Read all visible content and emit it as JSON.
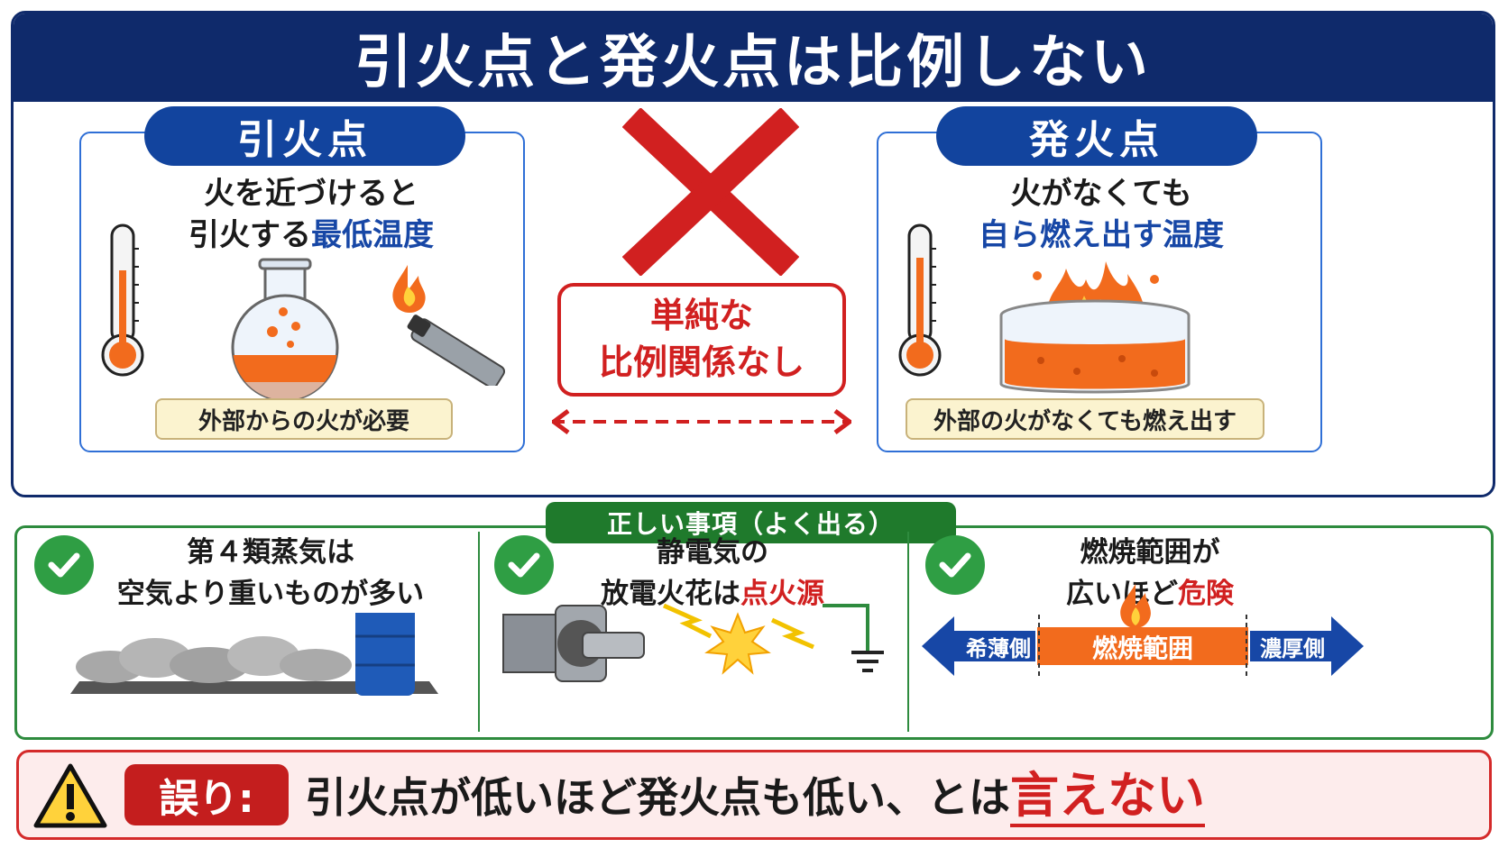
{
  "title": "引火点と発火点は比例しない",
  "flash_point": {
    "label": "引火点",
    "desc_line1": "火を近づけると",
    "desc_line2_prefix": "引火する",
    "desc_line2_emph": "最低温度",
    "note": "外部からの火が必要"
  },
  "center": {
    "no_relation_line1": "単純な",
    "no_relation_line2": "比例関係なし"
  },
  "ignition_point": {
    "label": "発火点",
    "desc_line1": "火がなくても",
    "desc_line2": "自ら燃え出す温度",
    "note": "外部の火がなくても燃え出す"
  },
  "correct_items": {
    "header": "正しい事項（よく出る）",
    "items": [
      {
        "line1": "第４類蒸気は",
        "line2": "空気より重いものが多い",
        "emph": ""
      },
      {
        "line1": "静電気の",
        "line2": "放電火花は",
        "emph": "点火源"
      },
      {
        "line1": "燃焼範囲が",
        "line2": "広いほど",
        "emph": "危険"
      }
    ],
    "range": {
      "left": "希薄側",
      "center": "燃焼範囲",
      "right": "濃厚側"
    }
  },
  "error": {
    "label": "誤り:",
    "text": "引火点が低いほど発火点も低い、とは",
    "emph": "言えない"
  },
  "colors": {
    "navy": "#0f2a6b",
    "accent_blue": "#1747a6",
    "red": "#d12020",
    "green": "#2f9e44",
    "orange": "#f26b1d"
  }
}
